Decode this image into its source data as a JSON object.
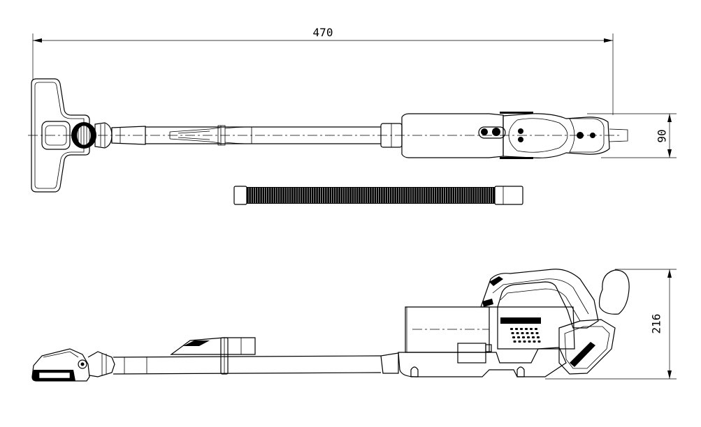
{
  "dimensions": {
    "overall_length": "470",
    "head_width": "90",
    "height": "216"
  },
  "colors": {
    "line": "#000000",
    "background": "#ffffff"
  }
}
